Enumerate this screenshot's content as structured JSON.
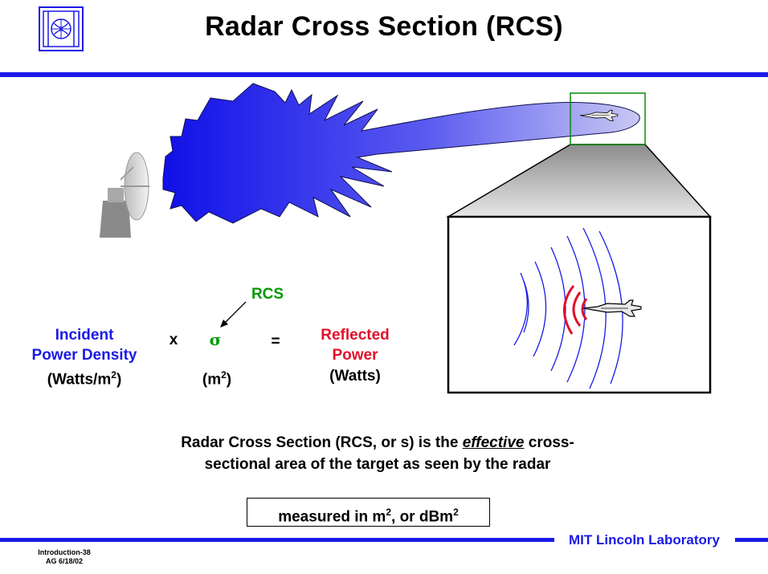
{
  "header": {
    "title": "Radar Cross Section (RCS)",
    "logo": "lincoln-lab-logo"
  },
  "equation": {
    "incident_line1": "Incident",
    "incident_line2": "Power  Density",
    "incident_units_prefix": "(Watts/m",
    "incident_units_exp": "2",
    "incident_units_suffix": ")",
    "times": "x",
    "sigma": "σ",
    "rcs_label": "RCS",
    "sigma_units_prefix": "(m",
    "sigma_units_exp": "2",
    "sigma_units_suffix": ")",
    "equals": "=",
    "reflected_line1": "Reflected",
    "reflected_line2": "Power",
    "reflected_units": "(Watts)"
  },
  "definition": {
    "part1": "Radar Cross Section (RCS, or s) is the ",
    "emphasis": "effective",
    "part2": " cross-",
    "line2": "sectional area of the target as seen by the radar"
  },
  "measured": {
    "prefix": "measured in m",
    "exp": "2",
    "middle": ", or dBm",
    "exp2": "2"
  },
  "footer": {
    "lab": "MIT Lincoln Laboratory",
    "slide_id": "Introduction-38",
    "author_date": "AG 6/18/02"
  },
  "colors": {
    "accent_blue": "#1a1ae6",
    "rcs_green": "#009900",
    "reflected_red": "#e0102a"
  }
}
